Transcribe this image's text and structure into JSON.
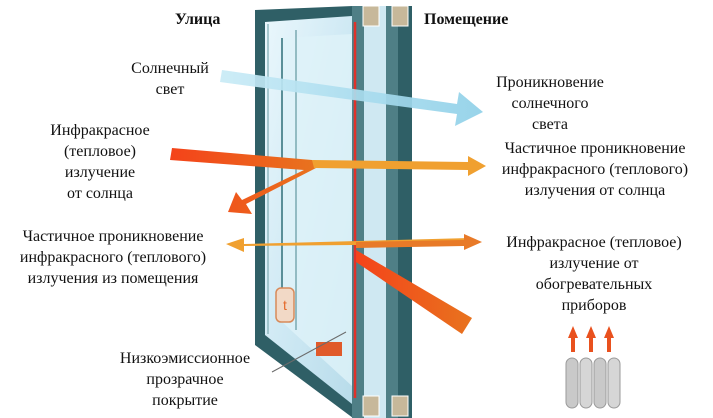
{
  "headings": {
    "outside": "Улица",
    "inside": "Помещение"
  },
  "labels": {
    "sunlight": [
      "Солнечный",
      "свет"
    ],
    "sun_infrared": [
      "Инфракрасное",
      "(тепловое)",
      "излучение",
      "от солнца"
    ],
    "room_infrared_partial": [
      "Частичное проникновение",
      "инфракрасного (теплового)",
      "излучения из помещения"
    ],
    "coating": [
      "Низкоэмиссионное",
      "прозрачное",
      "покрытие"
    ],
    "sunlight_penetration": [
      "Проникновение",
      "солнечного",
      "света"
    ],
    "sun_infrared_partial": [
      "Частичное проникновение",
      "инфракрасного (теплового)",
      "излучения от солнца"
    ],
    "heater_infrared": [
      "Инфракрасное (тепловое)",
      "излучение от",
      "обогревательных",
      "приборов"
    ]
  },
  "colors": {
    "frame": "#2f5f66",
    "glass": "#d6eef7",
    "coating_line": "#e0312a",
    "sunlight_arrow": "#a8dbee",
    "infrared_arrow": "#e9511e",
    "partial_arrow": "#f0a030",
    "heater": "#c9c9c9"
  },
  "icons": {
    "heat_waves": "heat-waves-icon",
    "radiator": "radiator-icon",
    "window_sticker": "window-sticker-icon"
  }
}
